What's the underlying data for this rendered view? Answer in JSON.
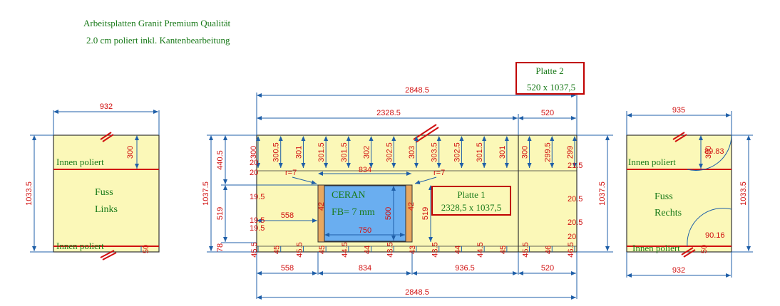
{
  "header": {
    "line1": "Arbeitsplatten Granit Premium Qualität",
    "line2": "2.0 cm poliert inkl. Kantenbearbeitung"
  },
  "colors": {
    "panel": "#fbf8b8",
    "dimension_line": "#1f5fa8",
    "dimension_text": "#d01010",
    "label_text": "#1a7a1a",
    "cooktop": "#6aaef0",
    "highlight_box": "#c00000"
  },
  "left_piece": {
    "width_top": "932",
    "height": "1033.5",
    "depth_top": "300",
    "depth_bottom": "50",
    "label_top": "Innen poliert",
    "label_bottom": "Innen poliert",
    "title_line1": "Fuss",
    "title_line2": "Links"
  },
  "right_piece": {
    "width_top": "935",
    "width_bottom": "932",
    "height": "1033.5",
    "depth_top": "300",
    "radius_top": "89.83",
    "radius_bottom": "90.16",
    "depth_bottom": "50",
    "label_top": "Innen poliert",
    "label_bottom": "Innen poliert",
    "title_line1": "Fuss",
    "title_line2": "Rechts"
  },
  "platte2": {
    "title": "Platte 2",
    "size": "520 x 1037,5"
  },
  "platte1": {
    "title": "Platte 1",
    "size": "2328,5 x 1037,5"
  },
  "ceran": {
    "title": "CERAN",
    "note": "FB= 7 mm",
    "width": "750",
    "height": "500",
    "cutout": "834",
    "left_margin": "42",
    "right_margin": "42",
    "radius_left": "r=7",
    "radius_right": "r=7"
  },
  "main": {
    "total_top": "2848.5",
    "seg_top_left": "2328.5",
    "seg_top_right": "520",
    "total_bottom": "2848.5",
    "bottom_segments": [
      "558",
      "834",
      "936.5",
      "520"
    ],
    "left_height": "1037.5",
    "right_height": "1037.5",
    "left_depth_top": "440.5",
    "left_depth_bottom": "519",
    "left_offset_bottom": "78",
    "left_inner_width": "558",
    "mid_depth": "519",
    "top_depths": [
      "300",
      "300.5",
      "301",
      "301.5",
      "301.5",
      "302",
      "302.5",
      "303",
      "303.5",
      "302.5",
      "301.5",
      "301",
      "300",
      "299.5",
      "299"
    ],
    "bottom_depths": [
      "45.5",
      "45",
      "45.5",
      "45",
      "44.5",
      "44",
      "43.5",
      "43",
      "43.5",
      "44",
      "44.5",
      "45",
      "45.5",
      "46",
      "46.5"
    ],
    "left_col_values": [
      "20",
      "20",
      "19.5",
      "19.5",
      "19.5"
    ],
    "right_col_values": [
      "21.5",
      "20.5",
      "20.5",
      "20"
    ]
  }
}
